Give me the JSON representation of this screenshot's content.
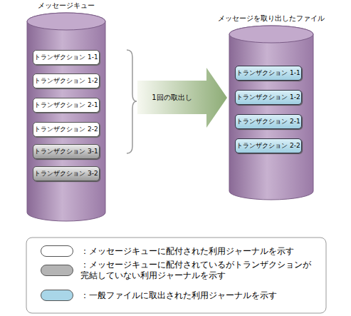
{
  "diagram": {
    "nodes": [
      {
        "text": [
          "メッセージキュー"
        ]
      },
      {
        "text": [
          "トランザクション 1-1"
        ],
        "in": 0
      },
      {
        "text": [
          "トランザクション 1-2"
        ],
        "in": 0
      },
      {
        "text": [
          "トランザクション 2-1"
        ],
        "in": 0
      },
      {
        "text": [
          "トランザクション 2-2"
        ],
        "in": 0
      },
      {
        "text": [
          "トランザクション 3-1"
        ],
        "in": 0
      },
      {
        "text": [
          "トランザクション 3-2"
        ],
        "in": 0
      },
      {
        "text": [
          "1回の取出し"
        ]
      },
      {
        "text": [
          "メッセージを取り出したファイル"
        ]
      },
      {
        "text": [
          "トランザクション 1-1"
        ],
        "in": 8
      },
      {
        "text": [
          "トランザクション 1-2"
        ],
        "in": 8
      },
      {
        "text": [
          "トランザクション 2-1"
        ],
        "in": 8
      },
      {
        "text": [
          "トランザクション 2-2"
        ],
        "in": 8
      }
    ],
    "legend": [
      {
        "text": "：メッセージキューに配付された利用ジャーナルを示す",
        "color": "#ffffff"
      },
      {
        "text": "：メッセージキューに配付されているがトランザクションが完結していない利用ジャーナルを示す",
        "color": "#b4b4b4"
      },
      {
        "text": "：一般ファイルに取出された利用ジャーナルを示す",
        "color": "#a9d6e8"
      }
    ]
  }
}
